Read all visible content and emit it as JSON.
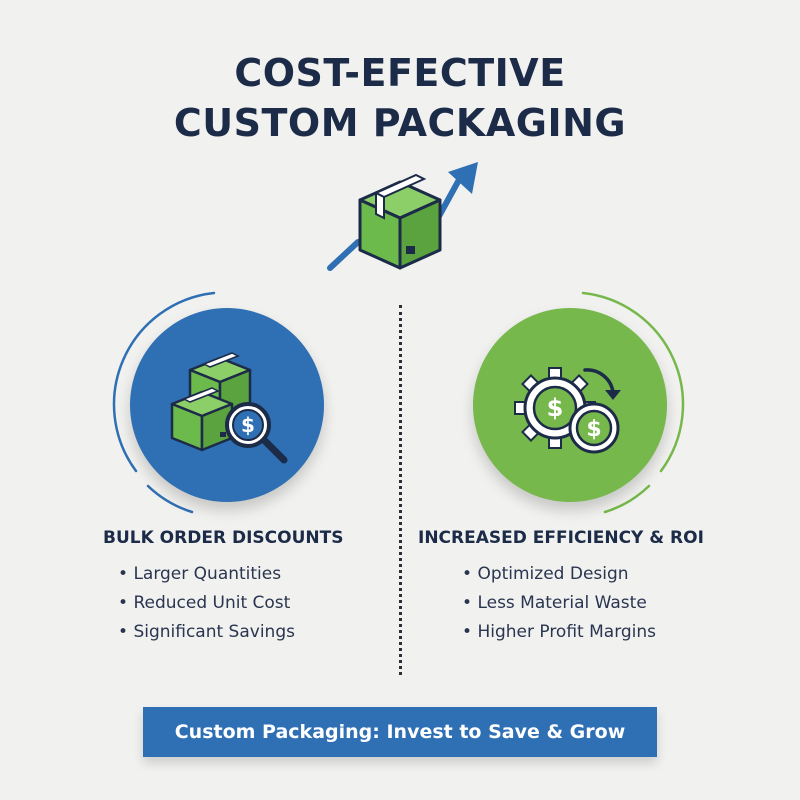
{
  "title": {
    "line1": "COST-EFECTIVE",
    "line2": "CUSTOM PACKAGING"
  },
  "hero": {
    "icon": "package-growth-arrow-icon"
  },
  "left_column": {
    "icon": "boxes-magnifier-dollar-icon",
    "heading": "BULK ORDER DISCOUNTS",
    "bullets": [
      "Larger Quantities",
      "Reduced Unit Cost",
      "Significant Savings"
    ]
  },
  "right_column": {
    "icon": "gear-dollar-coins-icon",
    "heading": "INCREASED EFFICIENCY & ROI",
    "bullets": [
      "Optimized Design",
      "Less Material Waste",
      "Higher Profit Margins"
    ]
  },
  "banner": {
    "text": "Custom Packaging: Invest to Save & Grow"
  },
  "colors": {
    "navy": "#1c2b48",
    "blue": "#2f6fb3",
    "green": "#76b84c",
    "box_green": "#6cb94c",
    "background": "#f1f1ef"
  }
}
